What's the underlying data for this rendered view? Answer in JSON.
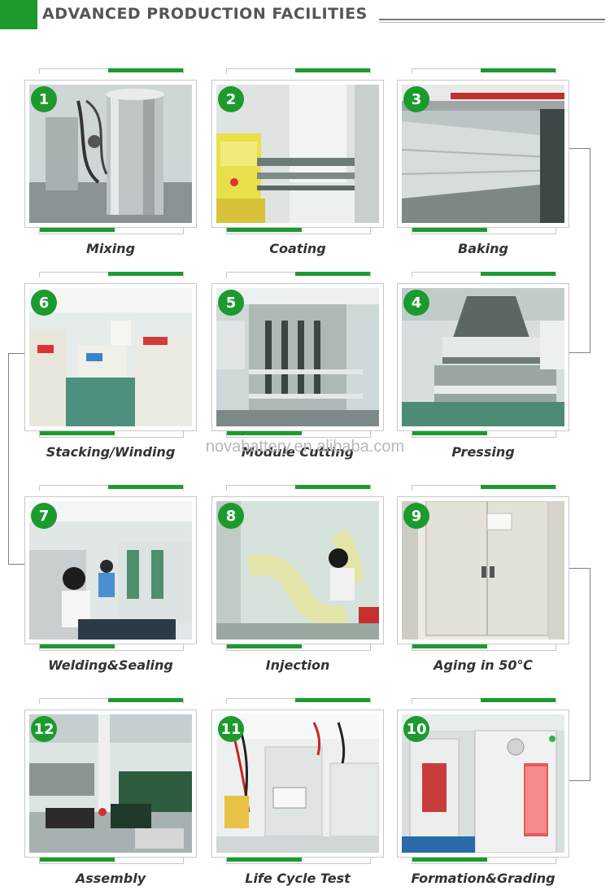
{
  "header": {
    "title": "ADVANCED PRODUCTION FACILITIES"
  },
  "watermark": "novabattery.en.alibaba.com",
  "steps": [
    {
      "number": "1",
      "label": "Mixing"
    },
    {
      "number": "2",
      "label": "Coating"
    },
    {
      "number": "3",
      "label": "Baking"
    },
    {
      "number": "4",
      "label": "Pressing"
    },
    {
      "number": "5",
      "label": "Module Cutting"
    },
    {
      "number": "6",
      "label": "Stacking/Winding"
    },
    {
      "number": "7",
      "label": "Welding&Sealing"
    },
    {
      "number": "8",
      "label": "Injection"
    },
    {
      "number": "9",
      "label": "Aging in 50℃"
    },
    {
      "number": "10",
      "label": "Formation&Grading"
    },
    {
      "number": "11",
      "label": "Life Cycle Test"
    },
    {
      "number": "12",
      "label": "Assembly"
    }
  ],
  "colors": {
    "accent": "#1c9a2e",
    "text": "#333333",
    "header_text": "#555555",
    "connector": "#7f7f7f"
  }
}
